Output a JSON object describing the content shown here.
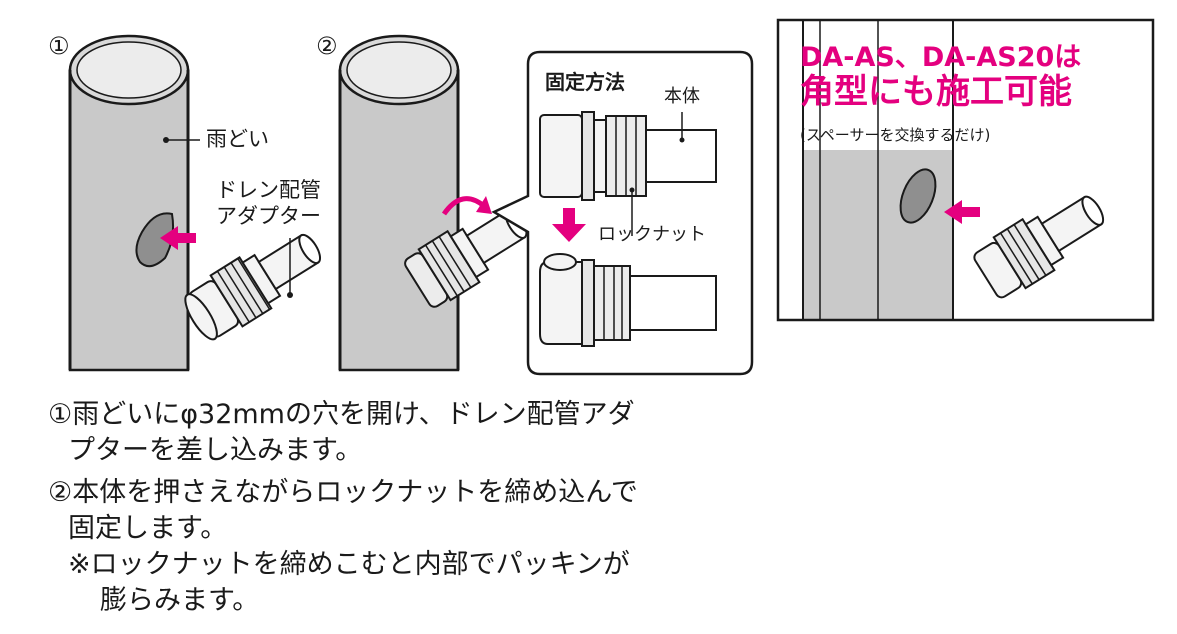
{
  "colors": {
    "accent": "#e4007f",
    "pipe": "#c9c9c9",
    "hole": "#8f8f8f",
    "outline": "#1a1a1a"
  },
  "step1": {
    "num": "①",
    "gutter_label": "雨どい",
    "adapter_label": [
      "ドレン配管",
      "アダプター"
    ]
  },
  "step2": {
    "num": "②"
  },
  "fix_box": {
    "title": "固定方法",
    "body_label": "本体",
    "nut_label": "ロックナット"
  },
  "panel": {
    "heading_line1": "DA-AS、DA-AS20は",
    "heading_line2": "角型にも施工可能",
    "note": "(スペーサーを交換するだけ)"
  },
  "instructions": {
    "line1": "①雨どいにφ32mmの穴を開け、ドレン配管アダ",
    "line2": "プターを差し込みます。",
    "line3": "②本体を押さえながらロックナットを締め込んで",
    "line4": "固定します。",
    "line5": "※ロックナットを締めこむと内部でパッキンが",
    "line6": "膨らみます。"
  }
}
